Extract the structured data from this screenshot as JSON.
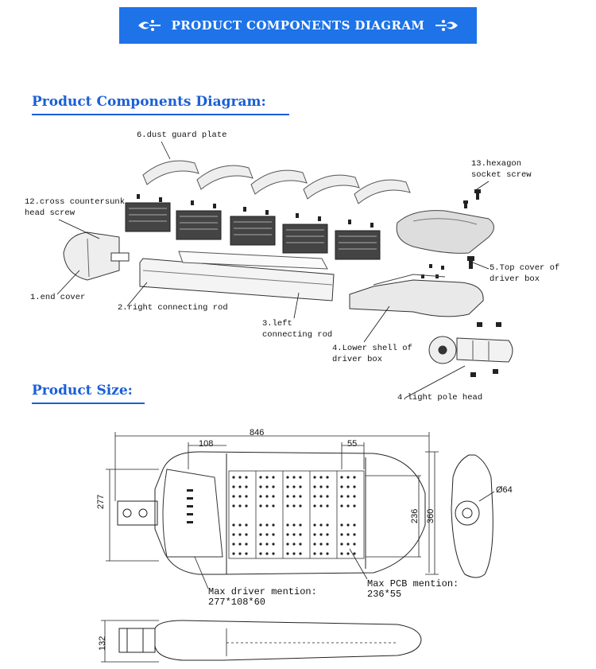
{
  "banner": {
    "title": "PRODUCT COMPONENTS DIAGRAM",
    "ornament_left": "fleur-ornament",
    "ornament_right": "fleur-ornament"
  },
  "colors": {
    "banner": "#1e73e8",
    "heading": "#1a5fd6"
  },
  "sections": {
    "components_heading": "Product Components Diagram:",
    "size_heading": "Product Size:"
  },
  "components": {
    "labels": {
      "dust_guard_plate": "6.dust guard plate",
      "hexagon_socket_screw_1": "13.hexagon",
      "hexagon_socket_screw_2": "socket screw",
      "cross_countersunk_1": "12.cross countersunk",
      "cross_countersunk_2": "head screw",
      "end_cover": "1.end cover",
      "right_connecting_rod": "2.right connecting rod",
      "left_connecting_rod_1": "3.left",
      "left_connecting_rod_2": "connecting rod",
      "top_cover_1": "5.Top cover of",
      "top_cover_2": "driver box",
      "lower_shell_1": "4.Lower shell of",
      "lower_shell_2": "driver box",
      "light_pole_head": "4.light pole head"
    }
  },
  "dimensions": {
    "overall_length": "846",
    "driver_width": "108",
    "pcb_width": "55",
    "height_left": "277",
    "height_pcb": "236",
    "height_total": "360",
    "pole_diameter": "Ø64",
    "side_height": "132",
    "max_driver_label": "Max driver mention:",
    "max_driver_value": "277*108*60",
    "max_pcb_label": "Max PCB mention:",
    "max_pcb_value": "236*55"
  }
}
